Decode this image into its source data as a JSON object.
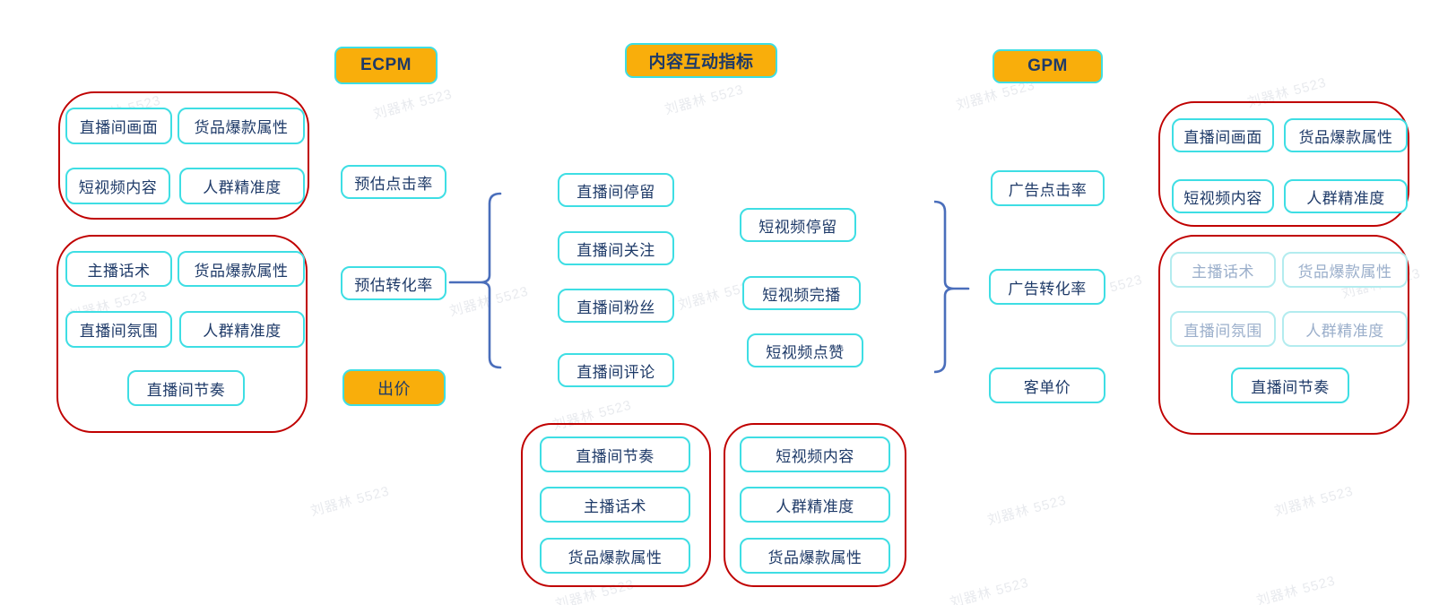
{
  "watermark": "刘器林 5523",
  "colors": {
    "background": "#FFFFFF",
    "header_fill": "#F9AE0B",
    "node_border": "#3EDEE4",
    "node_text": "#1E3A68",
    "group_border": "#C00000",
    "brace": "#4A6EBB",
    "faded_border": "#B3ECEF",
    "faded_text": "#9BAFCB"
  },
  "headers": {
    "ecpm": "ECPM",
    "interaction": "内容互动指标",
    "gpm": "GPM"
  },
  "ecpm_branch": {
    "est_ctr": "预估点击率",
    "est_cvr": "预估转化率",
    "bid": "出价",
    "click_group": {
      "items": [
        "直播间画面",
        "货品爆款属性",
        "短视频内容",
        "人群精准度"
      ]
    },
    "convert_group": {
      "items": [
        "主播话术",
        "货品爆款属性",
        "直播间氛围",
        "人群精准度",
        "直播间节奏"
      ]
    }
  },
  "interaction_branch": {
    "live_metrics": [
      "直播间停留",
      "直播间关注",
      "直播间粉丝",
      "直播间评论"
    ],
    "video_metrics": [
      "短视频停留",
      "短视频完播",
      "短视频点赞"
    ],
    "live_group": {
      "items": [
        "直播间节奏",
        "主播话术",
        "货品爆款属性"
      ]
    },
    "video_group": {
      "items": [
        "短视频内容",
        "人群精准度",
        "货品爆款属性"
      ]
    }
  },
  "gpm_branch": {
    "ad_ctr": "广告点击率",
    "ad_cvr": "广告转化率",
    "aov": "客单价",
    "click_group": {
      "items": [
        "直播间画面",
        "货品爆款属性",
        "短视频内容",
        "人群精准度"
      ]
    },
    "convert_group": {
      "items": [
        "主播话术",
        "货品爆款属性",
        "直播间氛围",
        "人群精准度",
        "直播间节奏"
      ]
    }
  }
}
